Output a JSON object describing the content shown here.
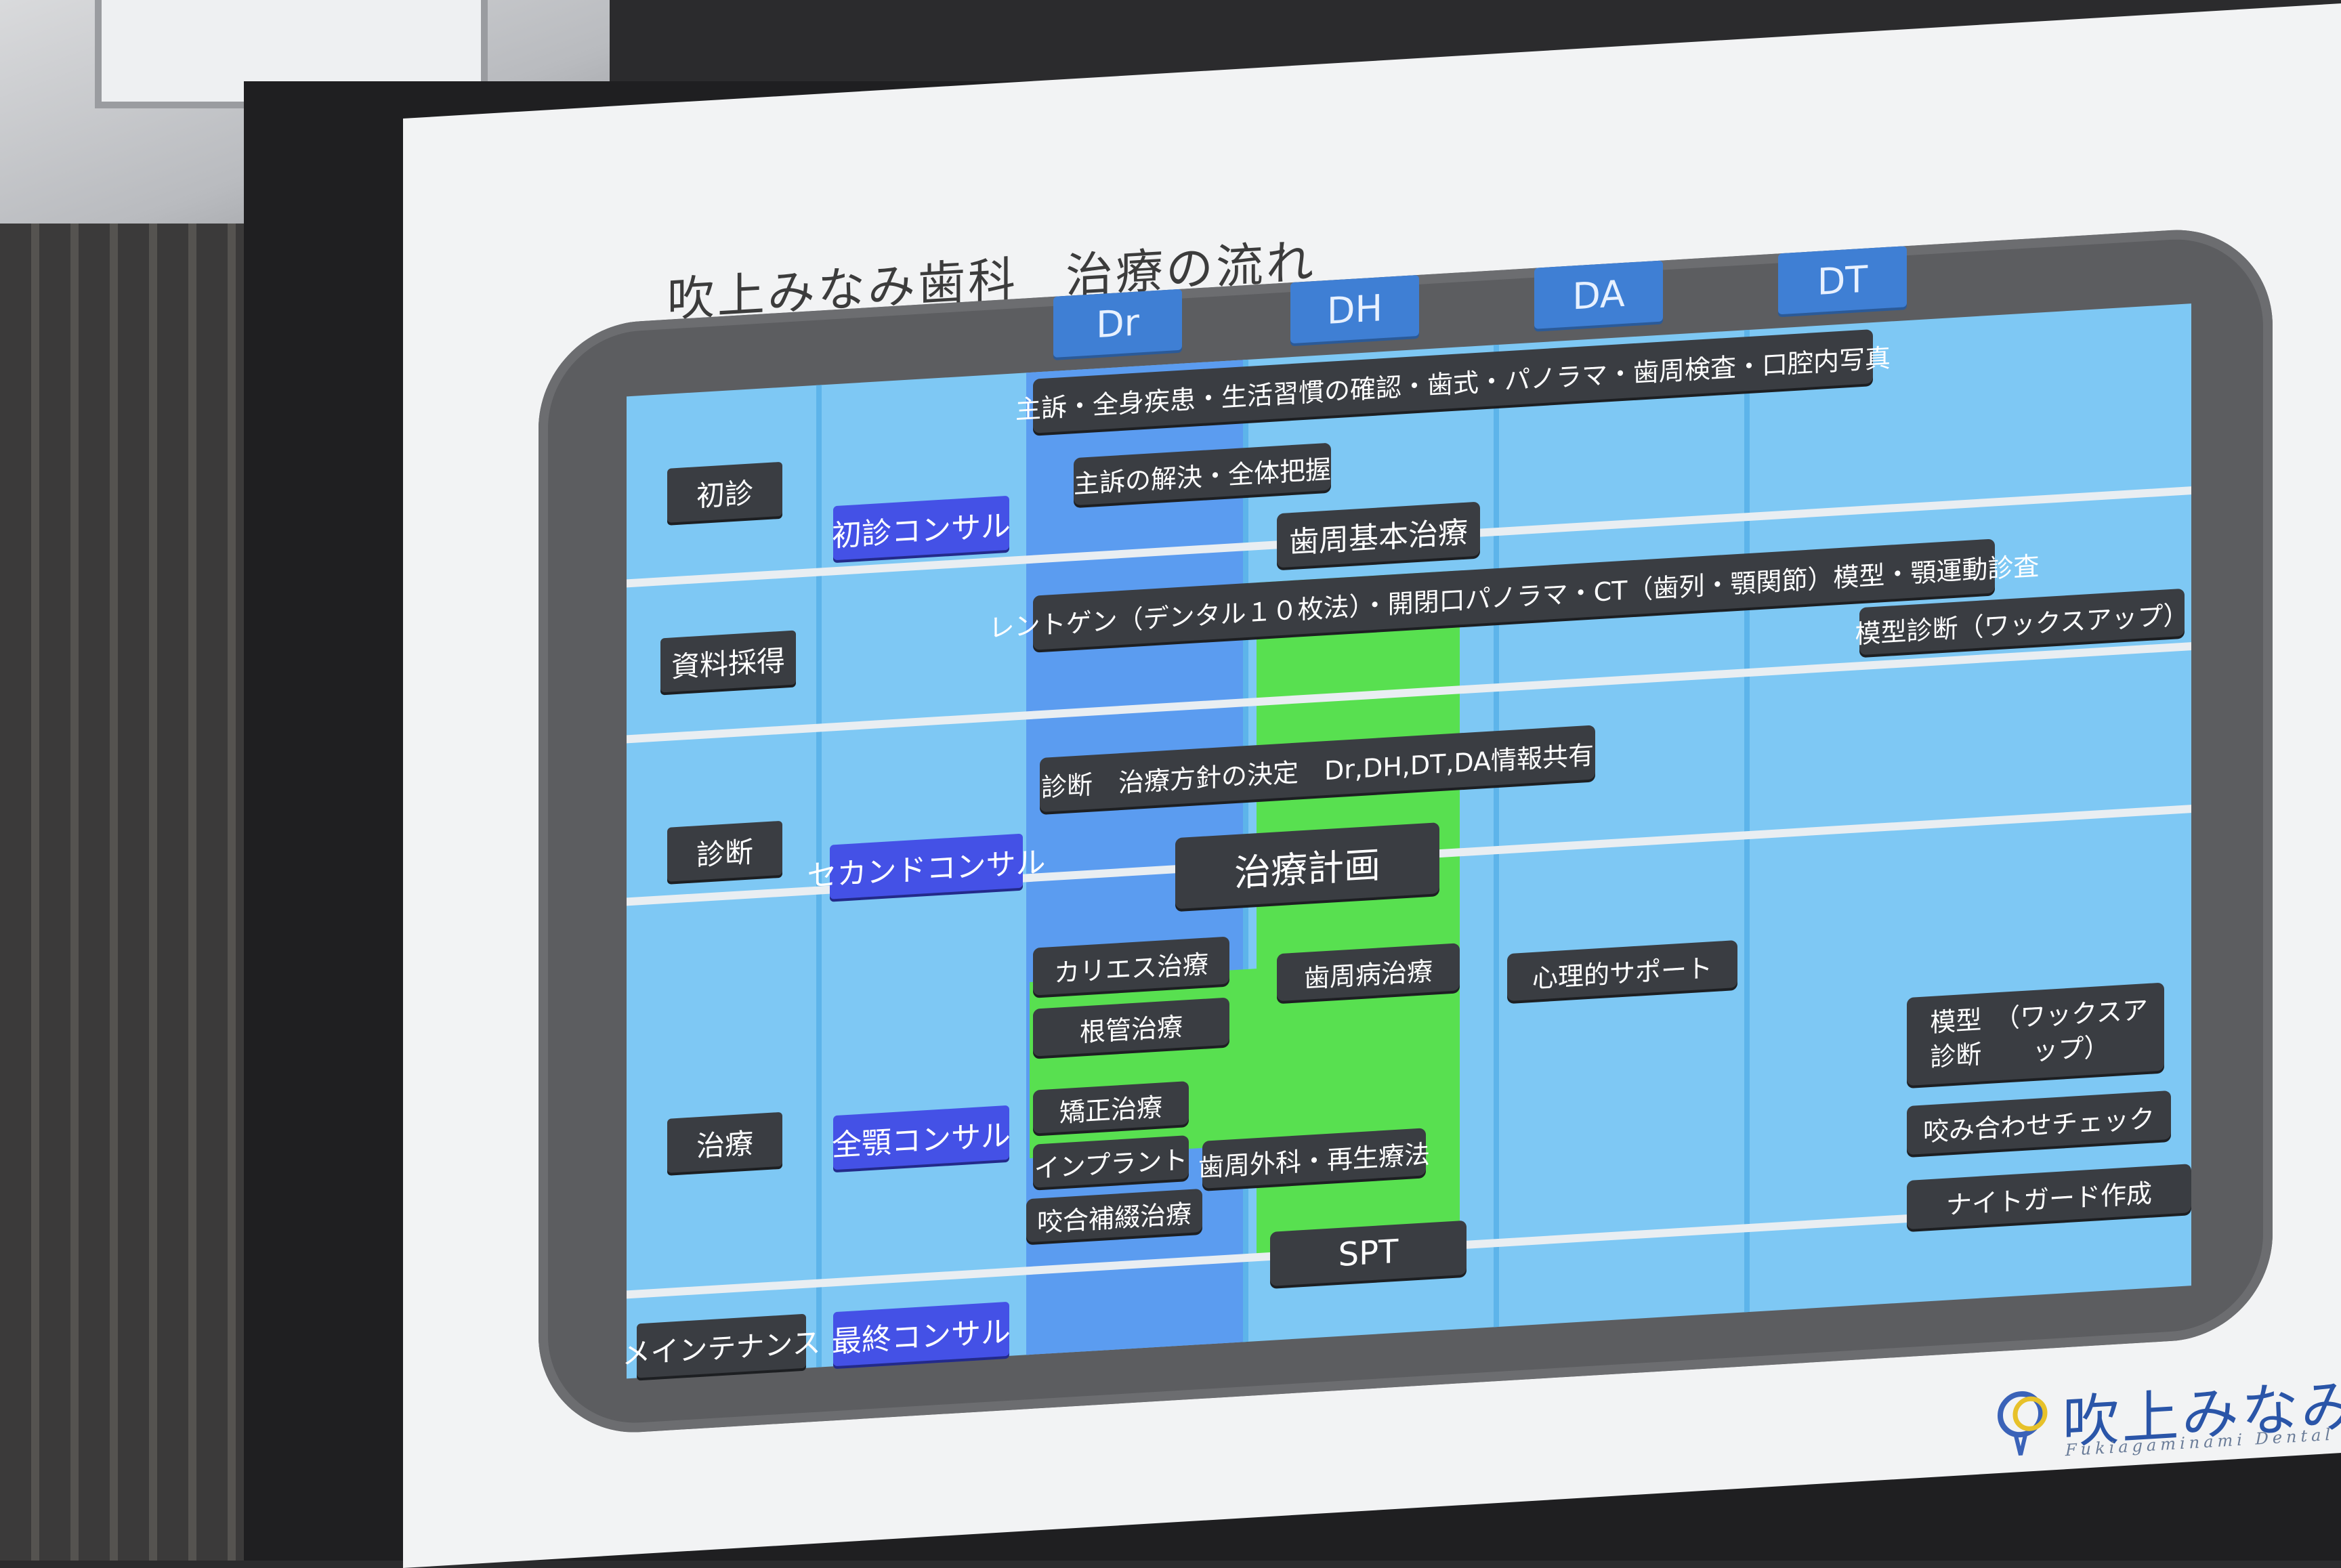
{
  "title": {
    "clinic": "吹上みなみ歯科",
    "subject": "治療の流れ"
  },
  "roles": [
    "Dr",
    "DH",
    "DA",
    "DT"
  ],
  "phases": {
    "initial": "初診",
    "records": "資料採得",
    "diagnosis": "診断",
    "treatment": "治療",
    "maintenance": "メインテナンス"
  },
  "consults": {
    "initial": "初診コンサル",
    "second": "セカンドコンサル",
    "full_jaw": "全顎コンサル",
    "final": "最終コンサル"
  },
  "tasks": {
    "intake": "主訴・全身疾患・生活習慣の確認・歯式・パノラマ・歯周検査・口腔内写真",
    "chief_complaint": "主訴の解決・全体把握",
    "periodontal_basic": "歯周基本治療",
    "xray": "レントゲン（デンタル１０枚法）・開閉口パノラマ・CT（歯列・顎関節）模型・顎運動診査",
    "model_wax": "模型診断（ワックスアップ）",
    "diagnosis_plan": "診断　治療方針の決定　Dr,DH,DT,DA情報共有",
    "treatment_plan": "治療計画",
    "caries": "カリエス治療",
    "root_canal": "根管治療",
    "periodontal_disease": "歯周病治療",
    "psych_support": "心理的サポート",
    "model_diag_line1": "模型診断",
    "model_diag_line2": "（ワックスアップ）",
    "ortho": "矯正治療",
    "implant": "インプラント",
    "occlusal": "咬合補綴治療",
    "perio_surgery": "歯周外科・再生療法",
    "bite_check": "咬み合わせチェック",
    "night_guard": "ナイトガード作成",
    "spt": "SPT"
  },
  "logo": {
    "name": "吹上みなみ歯科",
    "sub": "Fukiagaminami Dental Office"
  },
  "colors": {
    "panel": "#5c5d60",
    "grid_blue": "#7ec8f4",
    "dr_column": "#5b9cf0",
    "dh_highlight": "#58e050",
    "consult_blue": "#4451e6",
    "task_box": "#3a3d42"
  }
}
